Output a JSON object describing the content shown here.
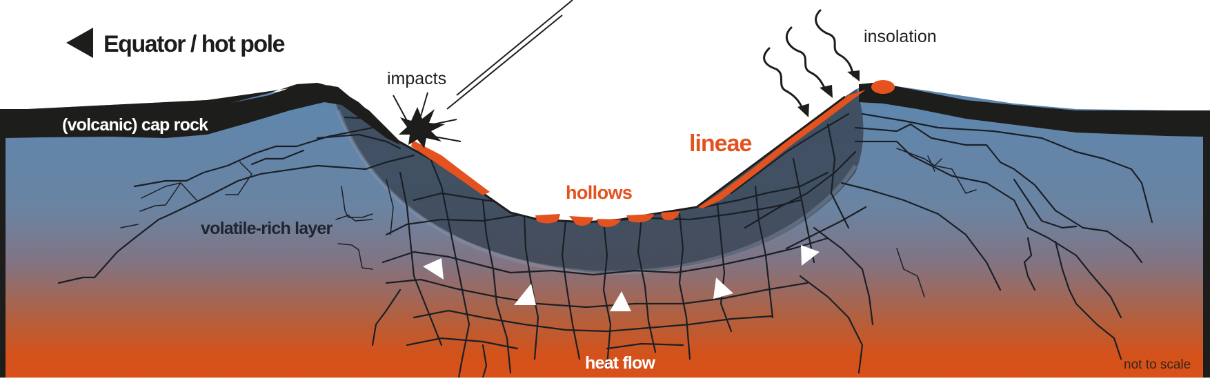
{
  "figure": {
    "type": "schematic cross-section",
    "labels": {
      "direction": "Equator / hot pole",
      "cap_rock": "(volcanic) cap rock",
      "impacts": "impacts",
      "insolation": "insolation",
      "lineae": "lineae",
      "hollows": "hollows",
      "volatile_layer": "volatile-rich layer",
      "heat_flow": "heat flow",
      "scale_note": "not to scale"
    },
    "icons": {
      "direction_arrow": "left-triangle-arrow-icon",
      "impact": "impact-starburst-icon",
      "meteor_trail": "double-line-trail-icon",
      "insolation": "wavy-arrow-icon",
      "heat_flow_arrows": "white-triangle-arrow-icon"
    },
    "colors": {
      "background": "#ffffff",
      "cap_rock": "#1d1d1b",
      "layer_top": "#5f86ac",
      "layer_mid": "#7d7485",
      "layer_bottom": "#d9521a",
      "degraded_zone": "#3f4c5c",
      "hollows_lineae": "#e3521f",
      "cracks": "#1a1f26",
      "heat_arrows": "#ffffff"
    }
  }
}
